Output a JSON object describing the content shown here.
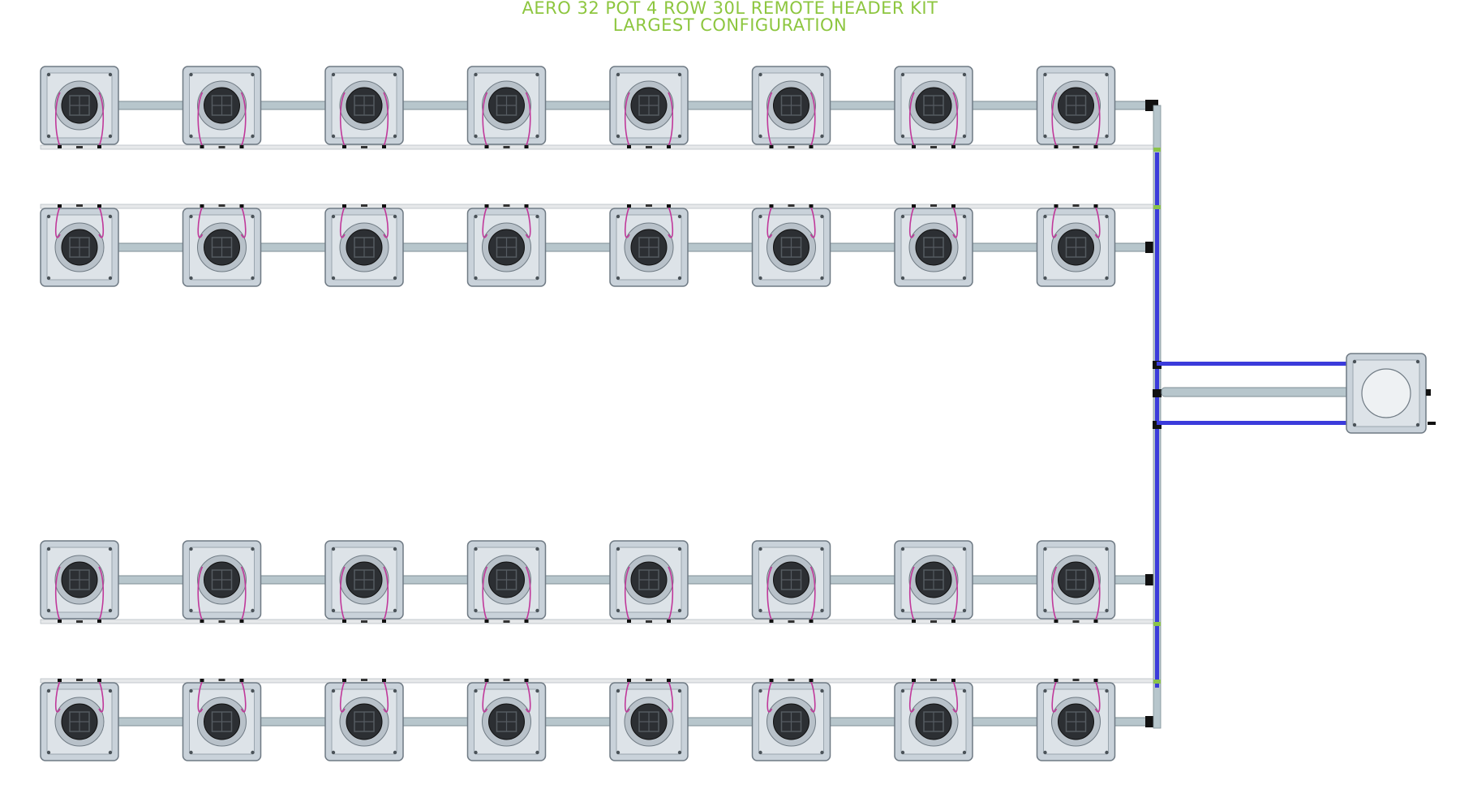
{
  "title": {
    "line1": "AERO 32 POT 4 ROW 30L REMOTE HEADER KIT",
    "line2": "LARGEST CONFIGURATION"
  },
  "layout_info": {
    "rows": 4,
    "pots_per_row": 8,
    "total_pots": 32,
    "reservoir": "remote header tank"
  },
  "colors": {
    "title": "#8dc63f",
    "pot_body": "#c9d2da",
    "pot_outline": "#6f7a84",
    "pot_inner": "#dde3e8",
    "pot_basket": "#2c2f33",
    "header_pipe": "#b7c6cc",
    "pipe_outline": "#7f8f96",
    "drip_line": "#c0389a",
    "feed_line": "#3b3bdb",
    "return_line": "#e6e8ea",
    "fitting": "#111111",
    "connector": "#8bc34a"
  }
}
